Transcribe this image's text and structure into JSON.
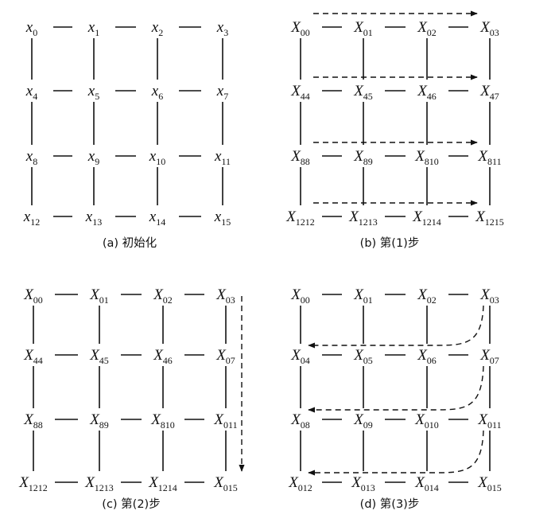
{
  "panels": [
    {
      "id": "a",
      "caption": "(a)  初始化",
      "nodes": [
        [
          "x",
          "0"
        ],
        [
          "x",
          "1"
        ],
        [
          "x",
          "2"
        ],
        [
          "x",
          "3"
        ],
        [
          "x",
          "4"
        ],
        [
          "x",
          "5"
        ],
        [
          "x",
          "6"
        ],
        [
          "x",
          "7"
        ],
        [
          "x",
          "8"
        ],
        [
          "x",
          "9"
        ],
        [
          "x",
          "10"
        ],
        [
          "x",
          "11"
        ],
        [
          "x",
          "12"
        ],
        [
          "x",
          "13"
        ],
        [
          "x",
          "14"
        ],
        [
          "x",
          "15"
        ]
      ],
      "arrows": []
    },
    {
      "id": "b",
      "caption": "(b)  第(1)步",
      "nodes": [
        [
          "X",
          "00"
        ],
        [
          "X",
          "01"
        ],
        [
          "X",
          "02"
        ],
        [
          "X",
          "03"
        ],
        [
          "X",
          "44"
        ],
        [
          "X",
          "45"
        ],
        [
          "X",
          "46"
        ],
        [
          "X",
          "47"
        ],
        [
          "X",
          "88"
        ],
        [
          "X",
          "89"
        ],
        [
          "X",
          "810"
        ],
        [
          "X",
          "811"
        ],
        [
          "X",
          "1212"
        ],
        [
          "X",
          "1213"
        ],
        [
          "X",
          "1214"
        ],
        [
          "X",
          "1215"
        ]
      ],
      "arrows": [
        {
          "kind": "row-right",
          "row": 0
        },
        {
          "kind": "row-right",
          "row": 1
        },
        {
          "kind": "row-right",
          "row": 2
        },
        {
          "kind": "row-right",
          "row": 3
        }
      ]
    },
    {
      "id": "c",
      "caption": "(c)  第(2)步",
      "nodes": [
        [
          "X",
          "00"
        ],
        [
          "X",
          "01"
        ],
        [
          "X",
          "02"
        ],
        [
          "X",
          "03"
        ],
        [
          "X",
          "44"
        ],
        [
          "X",
          "45"
        ],
        [
          "X",
          "46"
        ],
        [
          "X",
          "07"
        ],
        [
          "X",
          "88"
        ],
        [
          "X",
          "89"
        ],
        [
          "X",
          "810"
        ],
        [
          "X",
          "011"
        ],
        [
          "X",
          "1212"
        ],
        [
          "X",
          "1213"
        ],
        [
          "X",
          "1214"
        ],
        [
          "X",
          "015"
        ]
      ],
      "arrows": [
        {
          "kind": "col-down",
          "col": 3
        }
      ]
    },
    {
      "id": "d",
      "caption": "(d)  第(3)步",
      "nodes": [
        [
          "X",
          "00"
        ],
        [
          "X",
          "01"
        ],
        [
          "X",
          "02"
        ],
        [
          "X",
          "03"
        ],
        [
          "X",
          "04"
        ],
        [
          "X",
          "05"
        ],
        [
          "X",
          "06"
        ],
        [
          "X",
          "07"
        ],
        [
          "X",
          "08"
        ],
        [
          "X",
          "09"
        ],
        [
          "X",
          "010"
        ],
        [
          "X",
          "011"
        ],
        [
          "X",
          "012"
        ],
        [
          "X",
          "013"
        ],
        [
          "X",
          "014"
        ],
        [
          "X",
          "015"
        ]
      ],
      "arrows": [
        {
          "kind": "curve-left",
          "fromRow": 0,
          "toRow": 1
        },
        {
          "kind": "curve-left",
          "fromRow": 1,
          "toRow": 2
        },
        {
          "kind": "curve-left",
          "fromRow": 2,
          "toRow": 3
        }
      ]
    }
  ]
}
